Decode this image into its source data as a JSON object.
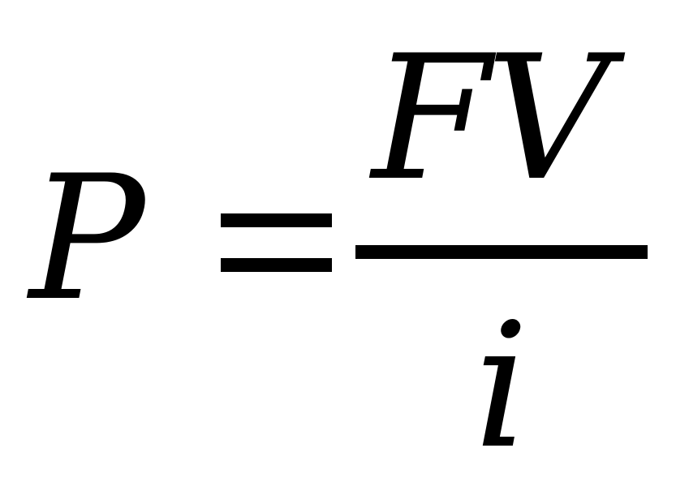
{
  "equation": {
    "lhs": "P",
    "numerator": "FV",
    "denominator": "i"
  }
}
